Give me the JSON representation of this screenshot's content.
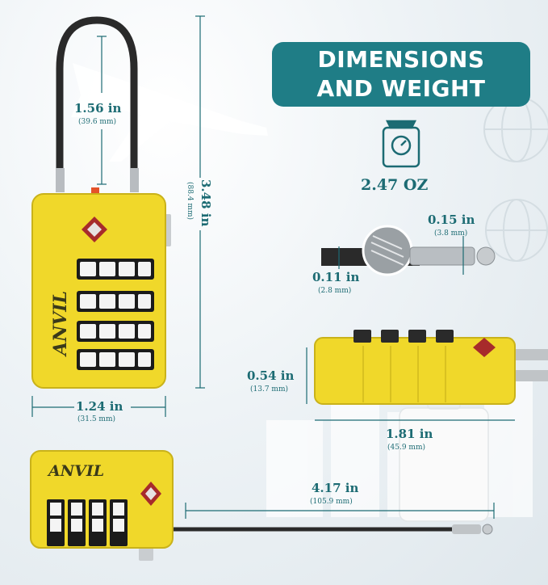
{
  "banner": {
    "line1": "DIMENSIONS",
    "line2": "AND WEIGHT"
  },
  "weight": {
    "value": "2.47 OZ",
    "icon": "scale-icon"
  },
  "brand": {
    "logo_text": "ANVIL"
  },
  "dimensions": {
    "shackle_height": {
      "value": "1.56 in",
      "metric": "(39.6 mm)"
    },
    "total_height": {
      "value": "3.48 in",
      "metric": "(88.4 mm)"
    },
    "body_width": {
      "value": "1.24 in",
      "metric": "(31.5 mm)"
    },
    "tip_diameter": {
      "value": "0.15 in",
      "metric": "(3.8 mm)"
    },
    "cable_diameter": {
      "value": "0.11 in",
      "metric": "(2.8 mm)"
    },
    "body_depth": {
      "value": "0.54 in",
      "metric": "(13.7 mm)"
    },
    "body_length": {
      "value": "1.81 in",
      "metric": "(45.9 mm)"
    },
    "cable_length": {
      "value": "4.17 in",
      "metric": "(105.9 mm)"
    }
  },
  "colors": {
    "banner": "#1f7d86",
    "text": "#1c6b73",
    "lock": "#f0d82a"
  }
}
